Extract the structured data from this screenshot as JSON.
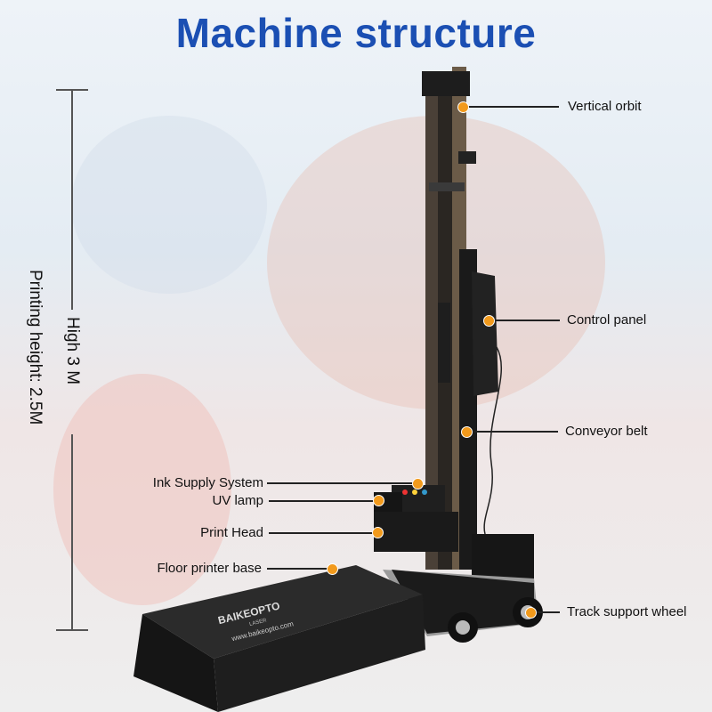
{
  "title": "Machine structure",
  "dimensions": {
    "overall": "High 3 M",
    "printing": "Printing height: 2.5M"
  },
  "labels": {
    "vertical_orbit": "Vertical orbit",
    "control_panel": "Control panel",
    "conveyor_belt": "Conveyor belt",
    "track_support_wheel": "Track support wheel",
    "ink_supply": "Ink Supply System",
    "uv_lamp": "UV lamp",
    "print_head": "Print Head",
    "floor_base": "Floor printer base"
  },
  "brand": {
    "name": "BAIKEOPTO",
    "sub": "LASER",
    "url": "www.baikeopto.com"
  },
  "colors": {
    "title": "#1b4fb3",
    "marker": "#f29a1c"
  }
}
